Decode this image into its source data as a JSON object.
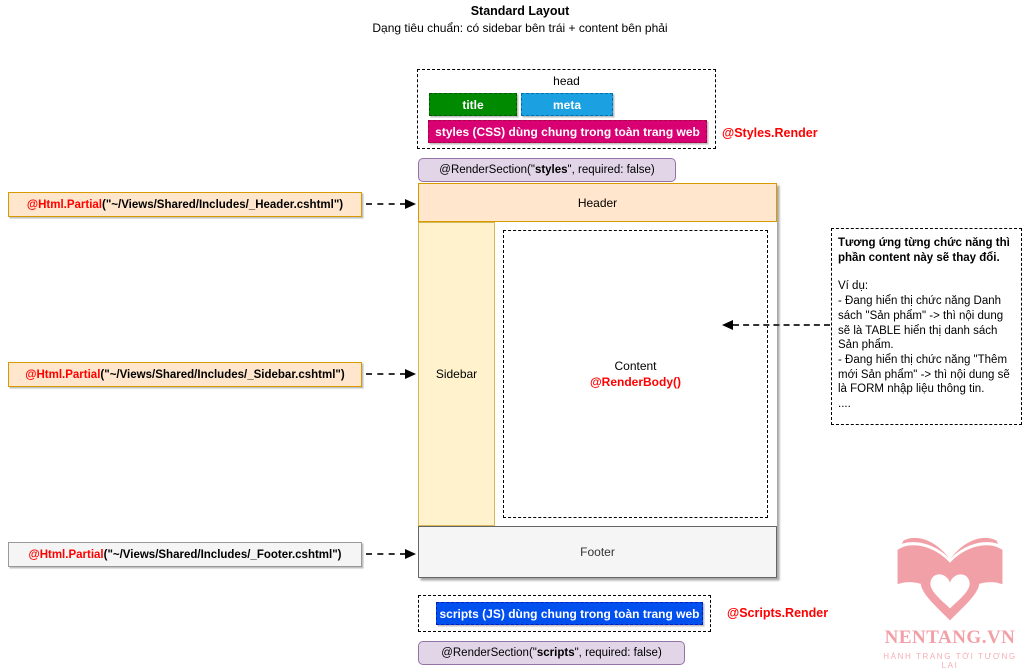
{
  "page": {
    "title": "Standard Layout",
    "subtitle": "Dạng tiêu chuẩn: có sidebar bên trái + content bên phải"
  },
  "head_box": {
    "label": "head",
    "title": "title",
    "meta": "meta",
    "styles": "styles (CSS) dùng chung trong toàn trang web"
  },
  "annotations": {
    "styles_render": "@Styles.Render",
    "scripts_render": "@Scripts.Render"
  },
  "render_sections": {
    "styles": {
      "pre": "@RenderSection(\"",
      "name": "styles",
      "post": "\", required: false)"
    },
    "scripts": {
      "pre": "@RenderSection(\"",
      "name": "scripts",
      "post": "\", required: false)"
    }
  },
  "partials": {
    "header": {
      "fn": "@Html.Partial",
      "arg": "(\"~/Views/Shared/Includes/_Header.cshtml\")"
    },
    "sidebar": {
      "fn": "@Html.Partial",
      "arg": "(\"~/Views/Shared/Includes/_Sidebar.cshtml\")"
    },
    "footer": {
      "fn": "@Html.Partial",
      "arg": "(\"~/Views/Shared/Includes/_Footer.cshtml\")"
    }
  },
  "layout": {
    "header": "Header",
    "sidebar": "Sidebar",
    "content": "Content",
    "render_body": "@RenderBody()",
    "footer": "Footer"
  },
  "note": {
    "intro": "Tương ứng từng chức năng thì phần content này sẽ thay đổi.",
    "example_label": "Ví dụ:",
    "bullet1": "- Đang hiển thị chức năng Danh sách \"Sản phẩm\" -> thì nội dung sẽ là TABLE hiển thị danh sách Sản phẩm.",
    "bullet2": "- Đang hiển thị chức năng \"Thêm mới Sản phẩm\" -> thì nội dung sẽ là FORM nhập liệu thông tin.",
    "more": "...."
  },
  "scripts_box": {
    "label": "scripts (JS) dùng chung trong toàn trang web"
  },
  "logo": {
    "name": "NENTANG.VN",
    "tagline": "HÀNH TRANG TỚI TƯƠNG LAI"
  },
  "colors": {
    "title_green": "#008a00",
    "meta_blue": "#1ba1e2",
    "styles_magenta": "#d80073",
    "scripts_blue": "#0050ef",
    "render_section_lavender": "#e1d5e7",
    "header_peach": "#ffe6cc",
    "sidebar_cream": "#fff2cc",
    "footer_gray": "#f5f5f5",
    "code_red": "#ff0000",
    "logo_pink": "#f2a0a7"
  }
}
